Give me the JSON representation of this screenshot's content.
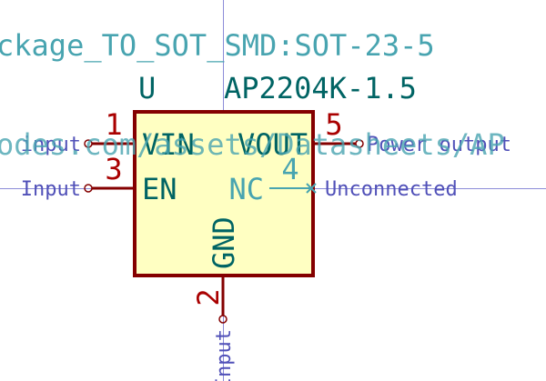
{
  "symbol": {
    "footprint": "ckage_TO_SOT_SMD:SOT-23-5",
    "reference": "U",
    "value": "AP2204K-1.5",
    "datasheet": "odes.com/assets/Datasheets/AP"
  },
  "pins": {
    "vin": {
      "number": "1",
      "name": "VIN",
      "electrical": "input"
    },
    "en": {
      "number": "3",
      "name": "EN",
      "electrical": "Input"
    },
    "gnd": {
      "number": "2",
      "name": "GND",
      "electrical": "Input"
    },
    "vout": {
      "number": "5",
      "name": "VOUT",
      "electrical": "Power output"
    },
    "nc": {
      "number": "4",
      "name": "NC",
      "electrical": "Unconnected"
    }
  },
  "colors": {
    "background": "#ffffff",
    "body_fill": "#ffffc2",
    "body_stroke": "#840000",
    "pin_number": "#a90000",
    "pin_name": "#006464",
    "field_text": "#48a4b0",
    "pin_type": "#5050b8",
    "grid_line": "#8c8cd8"
  }
}
